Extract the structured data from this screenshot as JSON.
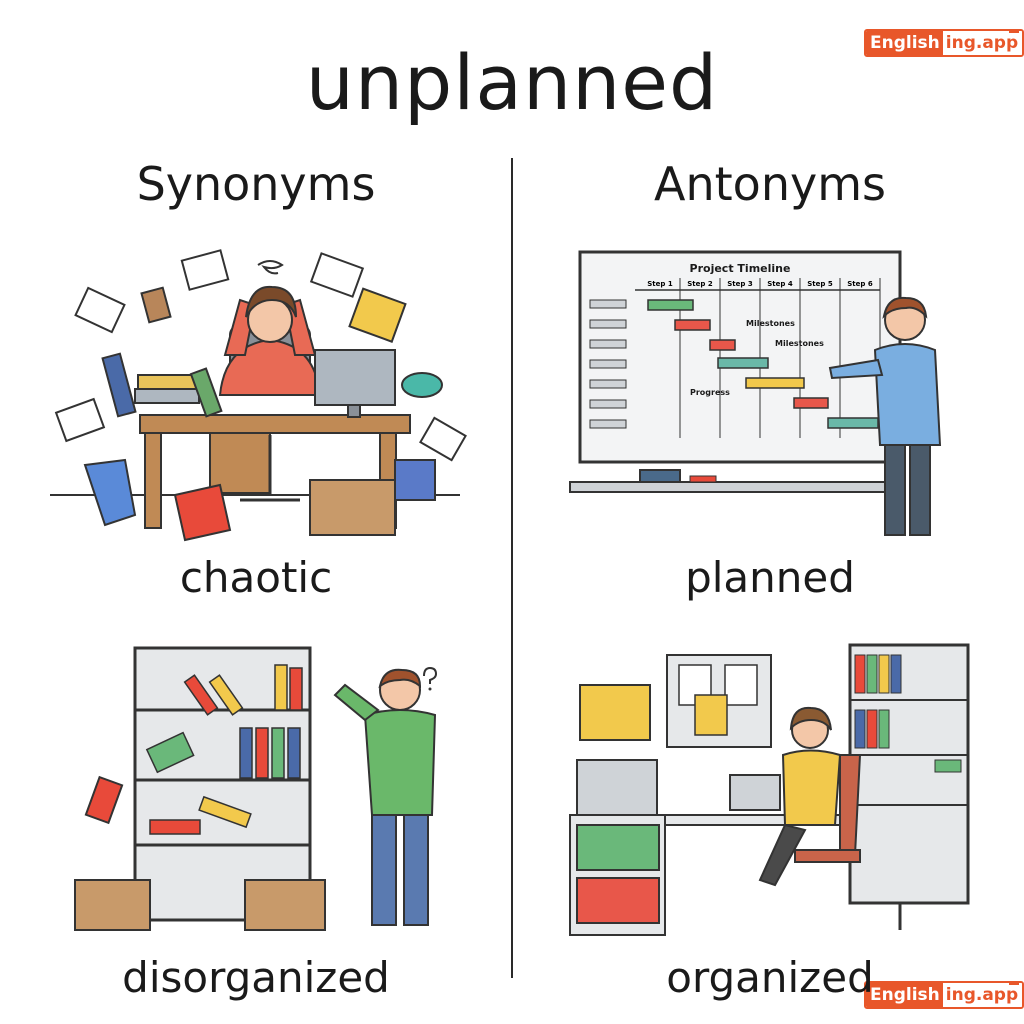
{
  "title": "unplanned",
  "sections": {
    "synonyms": {
      "heading": "Synonyms",
      "words": [
        "chaotic",
        "disorganized"
      ]
    },
    "antonyms": {
      "heading": "Antonyms",
      "words": [
        "planned",
        "organized"
      ]
    }
  },
  "watermark": {
    "part1": "English",
    "part2": "ing.app"
  },
  "whiteboard": {
    "title": "Project Timeline",
    "steps": [
      "Step 1",
      "Step 2",
      "Step 3",
      "Step 4",
      "Step 5",
      "Step 6"
    ],
    "labels": [
      "Milestones",
      "Milestones",
      "Progress"
    ]
  },
  "colors": {
    "brand": "#e8572a",
    "divider": "#2a2a2a"
  },
  "icons": [
    "question-mark-icon",
    "stress-swirl-icon",
    "graduation-cap-icon"
  ]
}
